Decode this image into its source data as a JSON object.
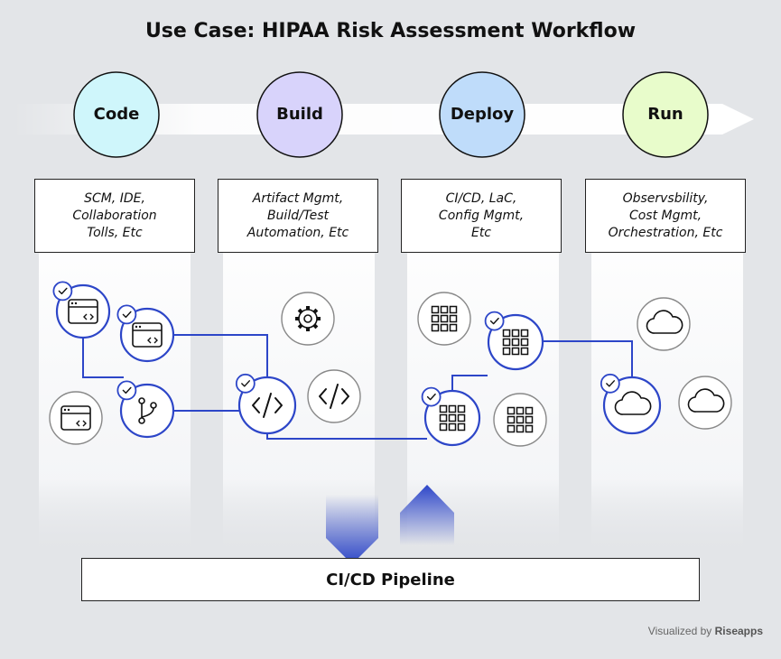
{
  "title": "Use Case: HIPAA Risk Assessment Workflow",
  "stages": [
    {
      "label": "Code",
      "color": "#cff6fb",
      "desc": [
        "SCM, IDE,",
        "Collaboration",
        "Tolls, Etc"
      ]
    },
    {
      "label": "Build",
      "color": "#d8d3fb",
      "desc": [
        "Artifact Mgmt,",
        "Build/Test",
        "Automation, Etc"
      ]
    },
    {
      "label": "Deploy",
      "color": "#bfdcfa",
      "desc": [
        "CI/CD, LaC,",
        "Config Mgmt,",
        "Etc"
      ]
    },
    {
      "label": "Run",
      "color": "#e8fccb",
      "desc": [
        "Observsbility,",
        "Cost Mgmt,",
        "Orchestration, Etc"
      ]
    }
  ],
  "pipeline_label": "CI/CD Pipeline",
  "footer": {
    "prefix": "Visualized by",
    "brand": "Riseapps"
  },
  "colors": {
    "accent": "#2d46c8",
    "inactive": "#888888",
    "background": "#e3e5e8"
  },
  "icon_nodes": [
    {
      "name": "code-window-icon",
      "icon": "window",
      "active": true,
      "checked": true
    },
    {
      "name": "code-window-icon",
      "icon": "window",
      "active": true,
      "checked": true
    },
    {
      "name": "git-branch-icon",
      "icon": "branch",
      "active": true,
      "checked": true
    },
    {
      "name": "code-window-icon",
      "icon": "window",
      "active": false,
      "checked": false
    },
    {
      "name": "gear-icon",
      "icon": "gear",
      "active": false,
      "checked": false
    },
    {
      "name": "code-brackets-icon",
      "icon": "code",
      "active": true,
      "checked": true
    },
    {
      "name": "code-brackets-icon",
      "icon": "code",
      "active": false,
      "checked": false
    },
    {
      "name": "grid-icon",
      "icon": "grid",
      "active": false,
      "checked": false
    },
    {
      "name": "grid-icon",
      "icon": "grid",
      "active": true,
      "checked": true
    },
    {
      "name": "grid-icon",
      "icon": "grid",
      "active": true,
      "checked": true
    },
    {
      "name": "grid-icon",
      "icon": "grid",
      "active": false,
      "checked": false
    },
    {
      "name": "cloud-icon",
      "icon": "cloud",
      "active": false,
      "checked": false
    },
    {
      "name": "cloud-icon",
      "icon": "cloud",
      "active": true,
      "checked": true
    },
    {
      "name": "cloud-icon",
      "icon": "cloud",
      "active": false,
      "checked": false
    }
  ]
}
